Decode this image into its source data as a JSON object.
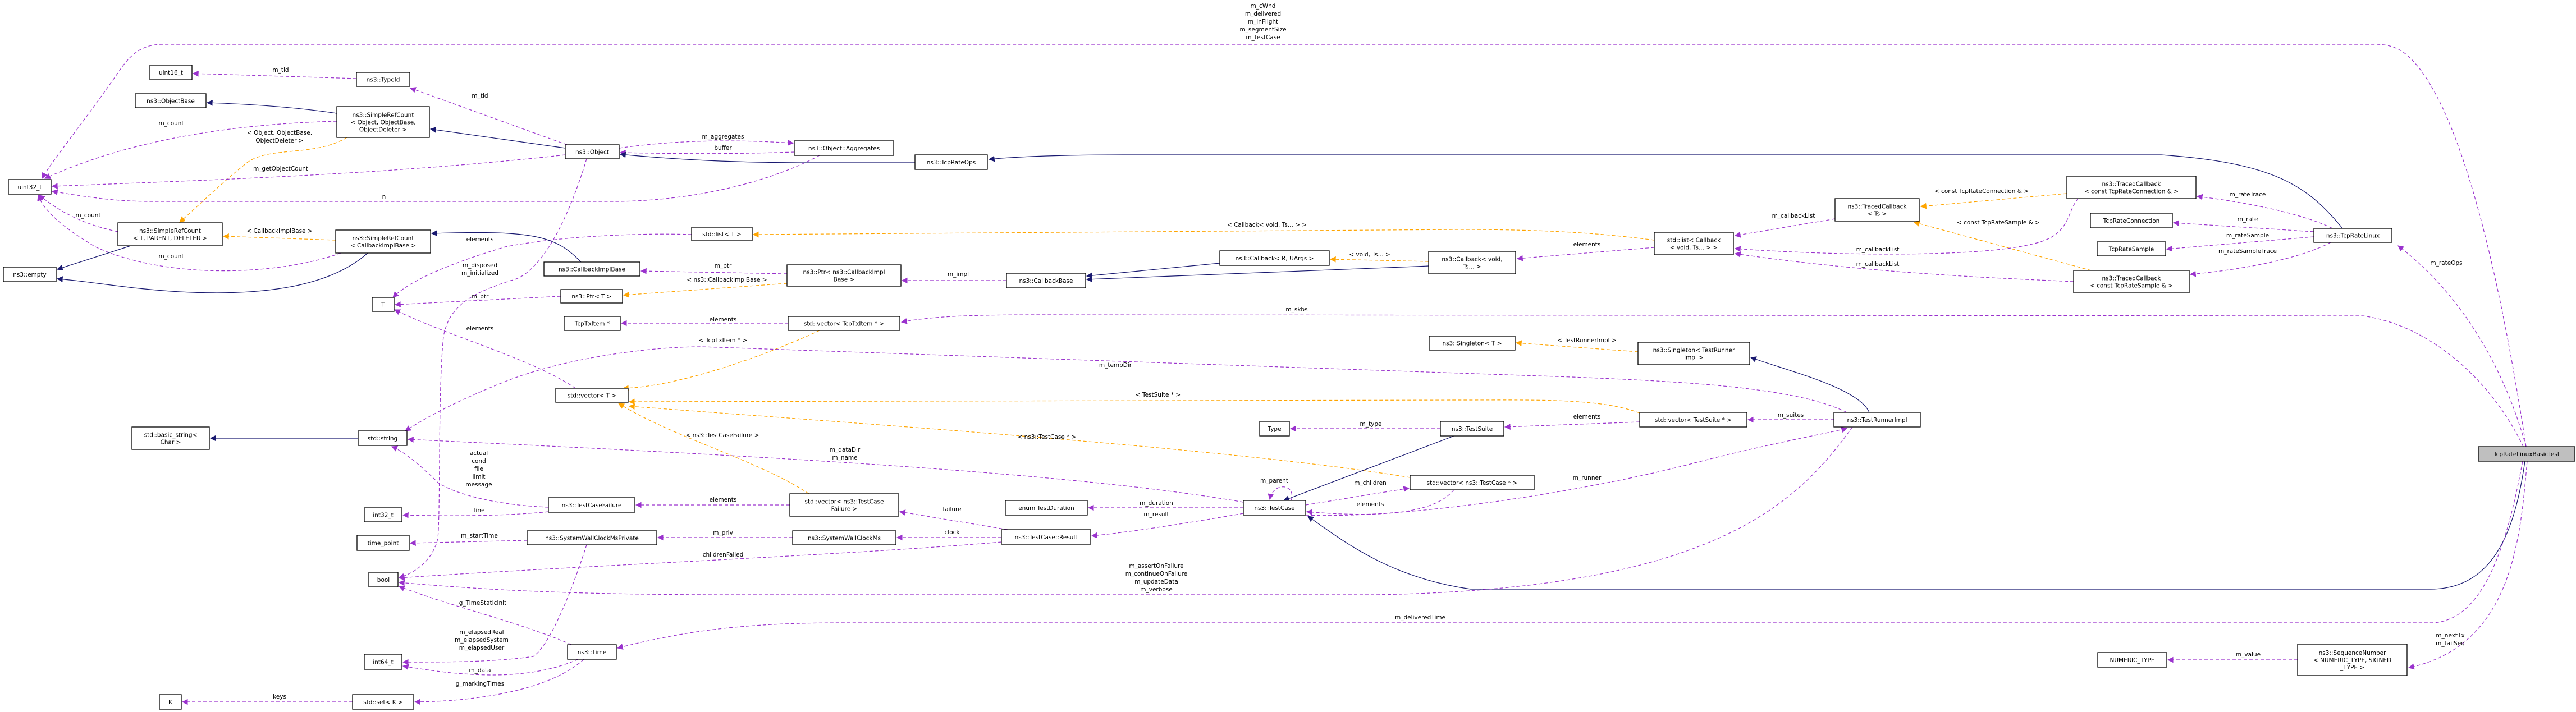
{
  "colors": {
    "usage": "#9a32cd",
    "template": "#ffa500",
    "inherit": "#191970",
    "focus_fill": "#bfbfbf"
  },
  "nodes": {
    "uint16": [
      "uint16_t"
    ],
    "typeid": [
      "ns3::TypeId"
    ],
    "objectbase": [
      "ns3::ObjectBase"
    ],
    "src_object": [
      "ns3::SimpleRefCount",
      "< Object, ObjectBase,",
      "ObjectDeleter >"
    ],
    "object": [
      "ns3::Object"
    ],
    "uint32": [
      "uint32_t"
    ],
    "src_tpd": [
      "ns3::SimpleRefCount",
      "< T, PARENT, DELETER >"
    ],
    "src_cib": [
      "ns3::SimpleRefCount",
      "< CallbackImplBase >"
    ],
    "empty": [
      "ns3::empty"
    ],
    "T": [
      "T"
    ],
    "basic_string": [
      "std::basic_string<",
      "Char >"
    ],
    "string": [
      "std::string"
    ],
    "int32": [
      "int32_t"
    ],
    "time_point": [
      "time_point"
    ],
    "bool": [
      "bool"
    ],
    "int64": [
      "int64_t"
    ],
    "K": [
      "K"
    ],
    "set": [
      "std::set< K >"
    ],
    "tcfailure": [
      "ns3::TestCaseFailure"
    ],
    "swcmp": [
      "ns3::SystemWallClockMsPrivate"
    ],
    "time": [
      "ns3::Time"
    ],
    "cib": [
      "ns3::CallbackImplBase"
    ],
    "ptr_t": [
      "ns3::Ptr< T >"
    ],
    "tcptxitem": [
      "TcpTxItem *"
    ],
    "list_t": [
      "std::list< T >"
    ],
    "ptr_cib": [
      "ns3::Ptr< ns3::CallbackImpl",
      "Base >"
    ],
    "vec_tcptx": [
      "std::vector< TcpTxItem * >"
    ],
    "vec_t": [
      "std::vector< T >"
    ],
    "aggregates": [
      "ns3::Object::Aggregates"
    ],
    "tcprateops": [
      "ns3::TcpRateOps"
    ],
    "callbackbase": [
      "ns3::CallbackBase"
    ],
    "callback_r": [
      "ns3::Callback< R, UArgs >"
    ],
    "callback_void": [
      "ns3::Callback< void,",
      "Ts... >"
    ],
    "list_cb": [
      "std::list< Callback",
      "< void, Ts... > >"
    ],
    "traced_ts": [
      "ns3::TracedCallback",
      "< Ts >"
    ],
    "singleton_t": [
      "ns3::Singleton< T >"
    ],
    "singleton_tri": [
      "ns3::Singleton< TestRunner",
      "Impl >"
    ],
    "traced_conn": [
      "ns3::TracedCallback",
      "< const TcpRateConnection & >"
    ],
    "tcprateconn": [
      "TcpRateConnection"
    ],
    "tcpratesample": [
      "TcpRateSample"
    ],
    "traced_sample": [
      "ns3::TracedCallback",
      "< const TcpRateSample & >"
    ],
    "tcpratelinux": [
      "ns3::TcpRateLinux"
    ],
    "basictest": [
      "TcpRateLinuxBasicTest"
    ],
    "vec_tcfail": [
      "std::vector< ns3::TestCase",
      "Failure >"
    ],
    "swcm": [
      "ns3::SystemWallClockMs"
    ],
    "enum_td": [
      "enum TestDuration"
    ],
    "result": [
      "ns3::TestCase::Result"
    ],
    "testcase": [
      "ns3::TestCase"
    ],
    "type": [
      "Type"
    ],
    "testsuite": [
      "ns3::TestSuite"
    ],
    "vec_tc": [
      "std::vector< ns3::TestCase * >"
    ],
    "vec_ts": [
      "std::vector< TestSuite * >"
    ],
    "testrunner": [
      "ns3::TestRunnerImpl"
    ],
    "numeric": [
      "NUMERIC_TYPE"
    ],
    "seqnum": [
      "ns3::SequenceNumber",
      "< NUMERIC_TYPE, SIGNED",
      "_TYPE >"
    ]
  },
  "edges": [
    {
      "kind": "usage",
      "label": [
        "m_cWnd",
        "m_delivered",
        "m_inFlight",
        "m_segmentSize",
        "m_testCase"
      ]
    },
    {
      "kind": "usage",
      "label": [
        "m_rateOps"
      ]
    },
    {
      "kind": "usage",
      "label": [
        "m_skbs"
      ]
    },
    {
      "kind": "inherit",
      "label": []
    },
    {
      "kind": "usage",
      "label": [
        "m_deliveredTime"
      ]
    },
    {
      "kind": "usage",
      "label": [
        "m_nextTx",
        "m_tailSeq"
      ]
    },
    {
      "kind": "inherit",
      "label": []
    },
    {
      "kind": "usage",
      "label": [
        "m_rateTrace"
      ]
    },
    {
      "kind": "usage",
      "label": [
        "m_rate"
      ]
    },
    {
      "kind": "usage",
      "label": [
        "m_rateSample"
      ]
    },
    {
      "kind": "usage",
      "label": [
        "m_rateSampleTrace"
      ]
    },
    {
      "kind": "template",
      "label": [
        "< const TcpRateConnection & >"
      ]
    },
    {
      "kind": "template",
      "label": [
        "< const TcpRateSample & >"
      ]
    },
    {
      "kind": "usage",
      "label": [
        "m_callbackList"
      ]
    },
    {
      "kind": "usage",
      "label": [
        "m_callbackList"
      ]
    },
    {
      "kind": "usage",
      "label": [
        "m_callbackList"
      ]
    },
    {
      "kind": "usage",
      "label": [
        "elements"
      ]
    },
    {
      "kind": "template",
      "label": [
        "< Callback< void, Ts... > >"
      ]
    },
    {
      "kind": "template",
      "label": [
        "< void, Ts... >"
      ]
    },
    {
      "kind": "inherit",
      "label": []
    },
    {
      "kind": "inherit",
      "label": []
    },
    {
      "kind": "usage",
      "label": [
        "m_impl"
      ]
    },
    {
      "kind": "usage",
      "label": [
        "m_ptr"
      ]
    },
    {
      "kind": "template",
      "label": [
        "< ns3::CallbackImplBase >"
      ]
    },
    {
      "kind": "usage",
      "label": [
        "m_ptr"
      ]
    },
    {
      "kind": "usage",
      "label": [
        "elements"
      ]
    },
    {
      "kind": "inherit",
      "label": []
    },
    {
      "kind": "template",
      "label": [
        "< CallbackImplBase >"
      ]
    },
    {
      "kind": "inherit",
      "label": []
    },
    {
      "kind": "usage",
      "label": [
        "m_count"
      ]
    },
    {
      "kind": "inherit",
      "label": []
    },
    {
      "kind": "usage",
      "label": [
        "m_count"
      ]
    },
    {
      "kind": "template",
      "label": [
        "< Object, ObjectBase,",
        "ObjectDeleter >"
      ]
    },
    {
      "kind": "inherit",
      "label": []
    },
    {
      "kind": "usage",
      "label": [
        "m_count"
      ]
    },
    {
      "kind": "inherit",
      "label": []
    },
    {
      "kind": "usage",
      "label": [
        "m_tid"
      ]
    },
    {
      "kind": "usage",
      "label": [
        "m_tid"
      ]
    },
    {
      "kind": "usage",
      "label": [
        "m_getObjectCount"
      ]
    },
    {
      "kind": "usage",
      "label": [
        "m_aggregates"
      ]
    },
    {
      "kind": "usage",
      "label": [
        "buffer"
      ]
    },
    {
      "kind": "usage",
      "label": [
        "n"
      ]
    },
    {
      "kind": "inherit",
      "label": []
    },
    {
      "kind": "usage",
      "label": [
        "m_disposed",
        "m_initialized"
      ]
    },
    {
      "kind": "usage",
      "label": [
        "elements"
      ]
    },
    {
      "kind": "template",
      "label": [
        "< TcpTxItem * >"
      ]
    },
    {
      "kind": "usage",
      "label": [
        "elements"
      ]
    },
    {
      "kind": "usage",
      "label": [
        "m_tempDir"
      ]
    },
    {
      "kind": "template",
      "label": [
        "< TestSuite * >"
      ]
    },
    {
      "kind": "template",
      "label": [
        "< ns3::TestCase * >"
      ]
    },
    {
      "kind": "template",
      "label": [
        "< ns3::TestCaseFailure >"
      ]
    },
    {
      "kind": "usage",
      "label": [
        "m_dataDir",
        "m_name"
      ]
    },
    {
      "kind": "usage",
      "label": [
        "m_parent"
      ]
    },
    {
      "kind": "usage",
      "label": [
        "m_duration"
      ]
    },
    {
      "kind": "usage",
      "label": [
        "m_result"
      ]
    },
    {
      "kind": "usage",
      "label": [
        "failure"
      ]
    },
    {
      "kind": "usage",
      "label": [
        "clock"
      ]
    },
    {
      "kind": "usage",
      "label": [
        "childrenFailed"
      ]
    },
    {
      "kind": "usage",
      "label": [
        "m_priv"
      ]
    },
    {
      "kind": "usage",
      "label": [
        "m_startTime"
      ]
    },
    {
      "kind": "usage",
      "label": [
        "m_elapsedReal",
        "m_elapsedSystem",
        "m_elapsedUser"
      ]
    },
    {
      "kind": "usage",
      "label": [
        "actual",
        "cond",
        "file",
        "limit",
        "message"
      ]
    },
    {
      "kind": "usage",
      "label": [
        "line"
      ]
    },
    {
      "kind": "usage",
      "label": [
        "elements"
      ]
    },
    {
      "kind": "usage",
      "label": [
        "m_assertOnFailure",
        "m_continueOnFailure",
        "m_updateData",
        "m_verbose"
      ]
    },
    {
      "kind": "usage",
      "label": [
        "m_type"
      ]
    },
    {
      "kind": "inherit",
      "label": []
    },
    {
      "kind": "usage",
      "label": [
        "elements"
      ]
    },
    {
      "kind": "usage",
      "label": [
        "m_suites"
      ]
    },
    {
      "kind": "inherit",
      "label": []
    },
    {
      "kind": "template",
      "label": [
        "< TestRunnerImpl >"
      ]
    },
    {
      "kind": "usage",
      "label": [
        "m_children"
      ]
    },
    {
      "kind": "usage",
      "label": [
        "elements"
      ]
    },
    {
      "kind": "usage",
      "label": [
        "m_runner"
      ]
    },
    {
      "kind": "usage",
      "label": [
        "g_TimeStaticInit"
      ]
    },
    {
      "kind": "usage",
      "label": [
        "m_data"
      ]
    },
    {
      "kind": "usage",
      "label": [
        "g_markingTimes"
      ]
    },
    {
      "kind": "usage",
      "label": [
        "keys"
      ]
    },
    {
      "kind": "inherit",
      "label": []
    },
    {
      "kind": "usage",
      "label": [
        "m_value"
      ]
    }
  ]
}
